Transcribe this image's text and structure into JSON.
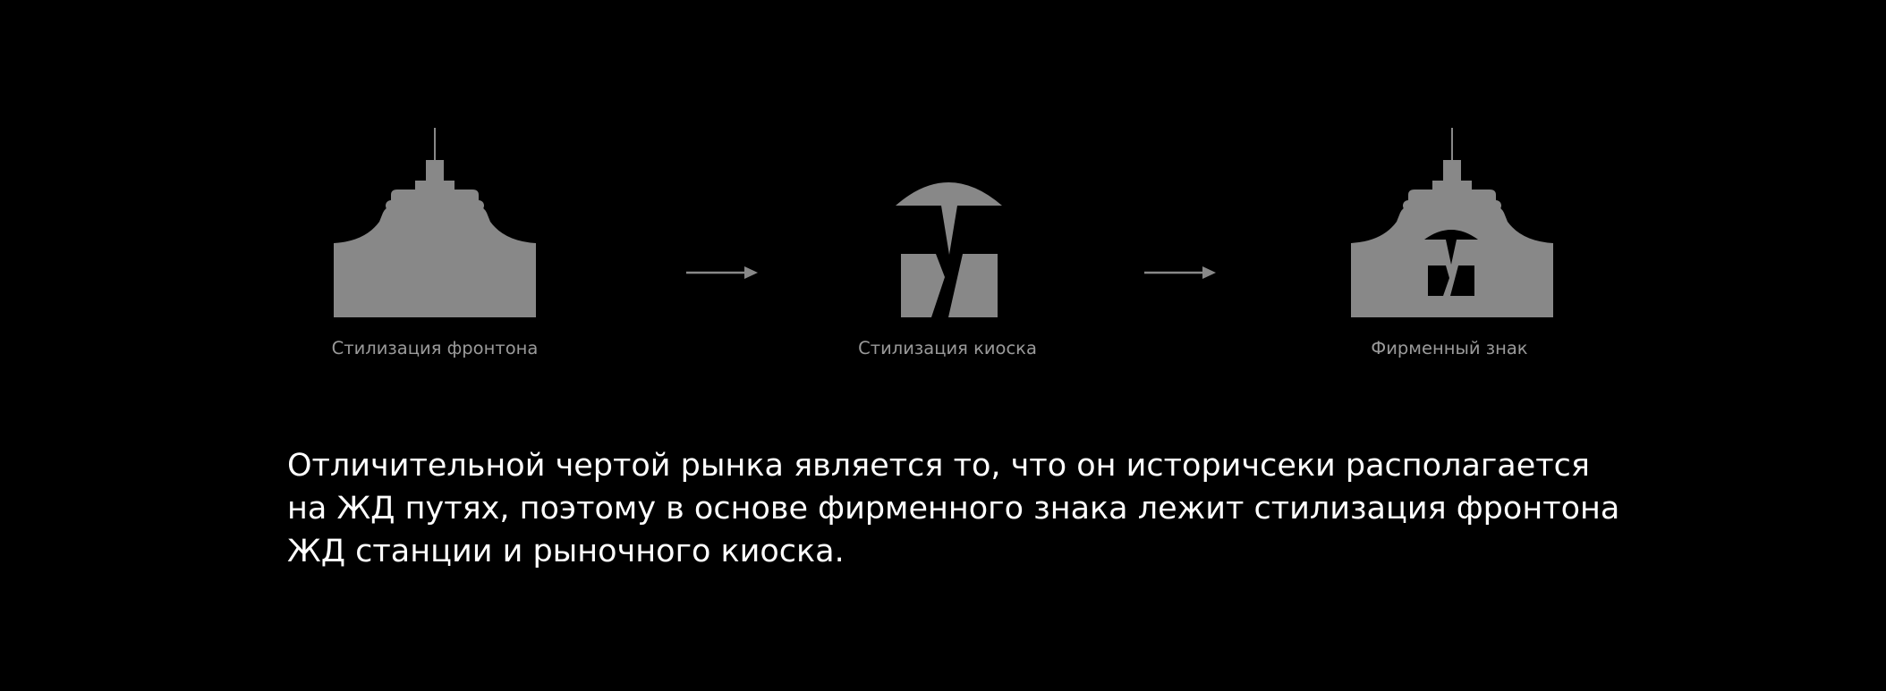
{
  "colors": {
    "background": "#000000",
    "shape_fill": "#888888",
    "caption": "#9a9a9a",
    "body_text": "#ffffff"
  },
  "steps": [
    {
      "icon": "pediment-icon",
      "caption": "Стилизация фронтона"
    },
    {
      "icon": "kiosk-icon",
      "caption": "Стилизация киоска"
    },
    {
      "icon": "logo-mark-icon",
      "caption": "Фирменный знак"
    }
  ],
  "arrows": [
    "arrow-right-icon",
    "arrow-right-icon"
  ],
  "description": {
    "lines": [
      "Отличительной чертой рынка является то, что он историчсеки располагается",
      "на ЖД путях, поэтому в основе фирменного знака лежит стилизация фронтона",
      "ЖД станции и рыночного киоска."
    ]
  }
}
